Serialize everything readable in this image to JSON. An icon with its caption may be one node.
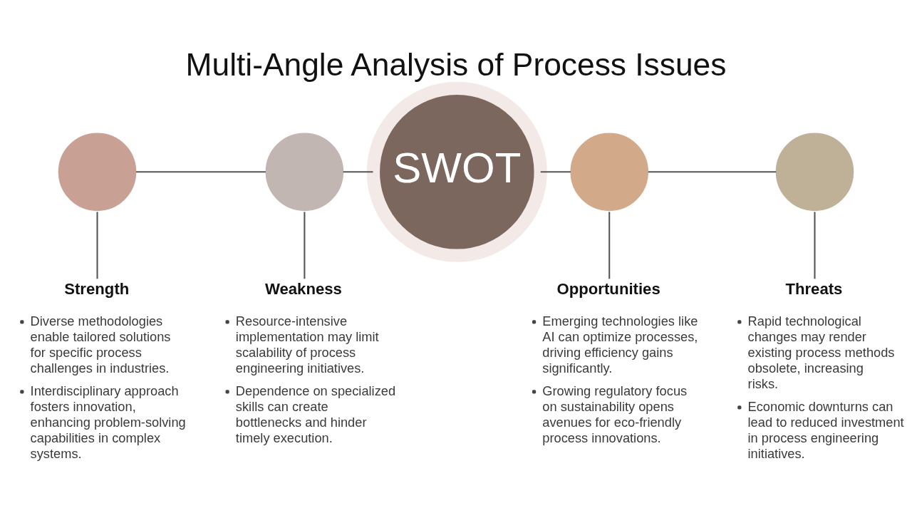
{
  "diagram": {
    "title": "Multi-Angle Analysis of Process Issues",
    "nodes": [
      {
        "text": [],
        "shape": "circle"
      },
      {
        "text": [],
        "shape": "circle"
      },
      {
        "text": [
          "SWOT"
        ]
      },
      {
        "text": [],
        "shape": "circle"
      },
      {
        "text": [],
        "shape": "circle"
      },
      {
        "text": [
          "Strength",
          "Diverse methodologies enable tailored solutions for specific process challenges in industries.",
          "Interdisciplinary approach fosters innovation, enhancing problem-solving capabilities in complex systems."
        ]
      },
      {
        "text": [
          "Weakness",
          "Resource-intensive implementation may limit scalability of process engineering initiatives.",
          "Dependence on specialized skills can create bottlenecks and hinder timely execution."
        ]
      },
      {
        "text": [
          "Opportunities",
          "Emerging technologies like AI can optimize processes, driving efficiency gains significantly.",
          "Growing regulatory focus on sustainability opens avenues for eco-friendly process innovations."
        ]
      },
      {
        "text": [
          "Threats",
          "Rapid technological changes may render existing process methods obsolete, increasing risks.",
          "Economic downturns can lead to reduced investment in process engineering initiatives."
        ]
      }
    ],
    "edges": [
      {
        "from": 0,
        "to": 1,
        "arrow": "none"
      },
      {
        "from": 1,
        "to": 2,
        "arrow": "none"
      },
      {
        "from": 2,
        "to": 3,
        "arrow": "none"
      },
      {
        "from": 3,
        "to": 4,
        "arrow": "none"
      },
      {
        "from": 0,
        "to": 5,
        "arrow": "none"
      },
      {
        "from": 1,
        "to": 6,
        "arrow": "none"
      },
      {
        "from": 3,
        "to": 7,
        "arrow": "none"
      },
      {
        "from": 4,
        "to": 8,
        "arrow": "none"
      }
    ]
  }
}
